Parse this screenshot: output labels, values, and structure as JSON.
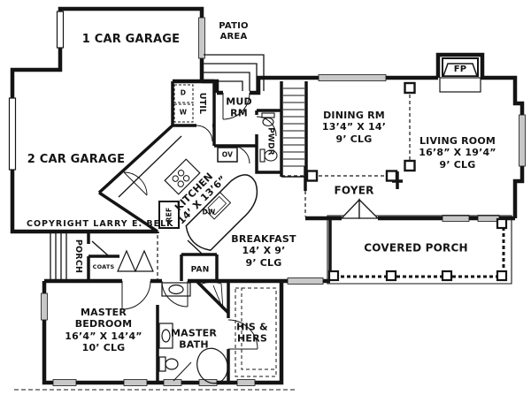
{
  "plan": {
    "copyright": "COPYRIGHT LARRY E. BELK",
    "colors": {
      "ink": "#141414",
      "background": "#ffffff",
      "window": "#c8c8c8"
    },
    "rooms": {
      "garage1": {
        "name": "1 CAR GARAGE"
      },
      "patio": {
        "line1": "PATIO",
        "line2": "AREA"
      },
      "garage2": {
        "name": "2 CAR GARAGE"
      },
      "util": {
        "name": "UTIL",
        "dryer": "D",
        "washer": "W"
      },
      "mud": {
        "line1": "MUD",
        "line2": "RM"
      },
      "pwdr": {
        "name": "PWDR"
      },
      "dining": {
        "name": "DINING RM",
        "dims": "13’4” X 14’",
        "clg": "9’ CLG"
      },
      "living": {
        "name": "LIVING ROOM",
        "dims": "16’8” X 19’4”",
        "clg": "9’ CLG"
      },
      "fireplace": {
        "name": "FP"
      },
      "foyer": {
        "name": "FOYER"
      },
      "kitchen": {
        "name": "KITCHEN",
        "dims": "14’ X 13’6”"
      },
      "breakfast": {
        "name": "BREAKFAST",
        "dims": "14’ X 9’",
        "clg": "9’ CLG"
      },
      "covered_porch": {
        "name": "COVERED PORCH"
      },
      "porch": {
        "name": "PORCH"
      },
      "coats": {
        "name": "COATS"
      },
      "pan": {
        "name": "PAN"
      },
      "master_bedroom": {
        "line1": "MASTER",
        "line2": "BEDROOM",
        "dims": "16’4” X 14’4”",
        "clg": "10’ CLG"
      },
      "master_bath": {
        "line1": "MASTER",
        "line2": "BATH"
      },
      "his_hers": {
        "line1": "HIS &",
        "line2": "HERS"
      }
    },
    "appliances": {
      "oven": "OV",
      "dishwasher": "DW",
      "refrigerator": "REF"
    }
  }
}
